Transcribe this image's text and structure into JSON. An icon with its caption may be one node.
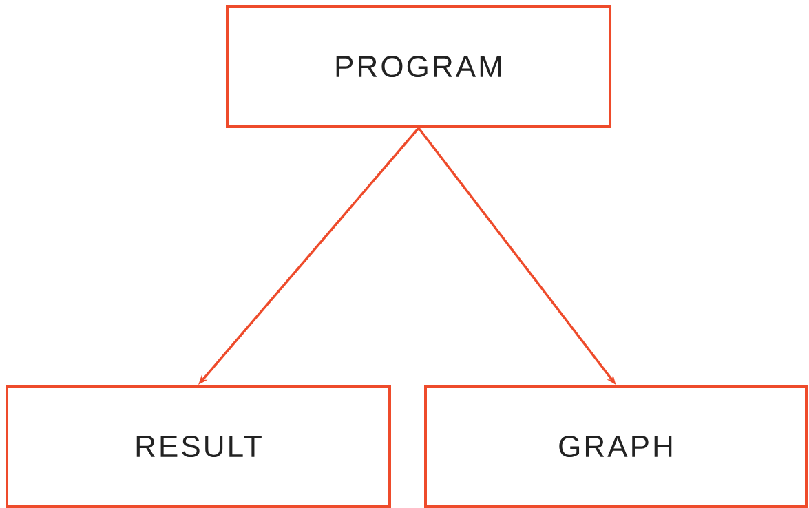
{
  "diagram": {
    "nodes": [
      {
        "text": [
          "PROGRAM"
        ]
      },
      {
        "text": [
          "RESULT"
        ]
      },
      {
        "text": [
          "GRAPH"
        ]
      }
    ],
    "edges": [
      {
        "from": 0,
        "to": 1,
        "arrow": "to"
      },
      {
        "from": 0,
        "to": 2,
        "arrow": "to"
      }
    ]
  }
}
